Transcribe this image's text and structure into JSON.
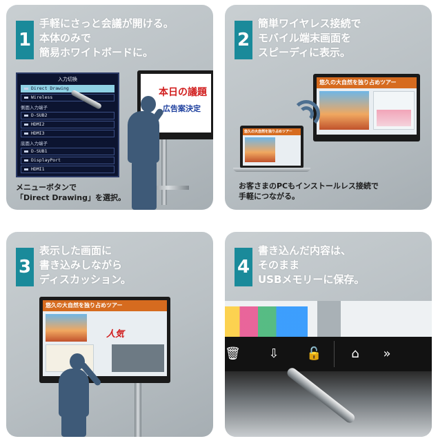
{
  "panels": [
    {
      "number": "1",
      "heading": [
        "手軽にさっと会議が開ける。",
        "本体のみで",
        "簡易ホワイトボードに。"
      ],
      "caption": [
        "メニューボタンで",
        "「Direct Drawing」を選択。"
      ],
      "menu": {
        "title": "入力切換",
        "groups": [
          {
            "header": "",
            "items": [
              "Direct Drawing",
              "Wireless"
            ]
          },
          {
            "header": "側面入力端子",
            "items": [
              "D-SUB2",
              "HDMI2",
              "HDMI3"
            ]
          },
          {
            "header": "底面入力端子",
            "items": [
              "D-SUB1",
              "DisplayPort",
              "HDMI1"
            ]
          }
        ],
        "selected": "Direct Drawing"
      },
      "board_text": [
        "本日の議題",
        "広告案決定"
      ]
    },
    {
      "number": "2",
      "heading": [
        "簡単ワイヤレス接続で",
        "モバイル端末画面を",
        "スピーディに表示。"
      ],
      "caption": [
        "お客さまのPCもインストールレス接続で",
        "手軽につながる。"
      ],
      "screen_title": "悠久の大自然を独り占めツアー",
      "laptop_title": "悠久の大自然を独り占めツアー"
    },
    {
      "number": "3",
      "heading": [
        "表示した画面に",
        "書き込みしながら",
        "ディスカッション。"
      ],
      "screen_title": "悠久の大自然を独り占めツアー",
      "handwritten": "人気"
    },
    {
      "number": "4",
      "heading": [
        "書き込んだ内容は、",
        "そのまま",
        "USBメモリーに保存。"
      ],
      "toolbar_icons": [
        "trash-icon",
        "usb-icon",
        "unlock-icon",
        "home-icon",
        "more-icon"
      ]
    }
  ],
  "colors": {
    "accent": "#1a8a9a",
    "panel_bg": "#b9c0c4",
    "heading_text": "#ffffff",
    "menu_bg": "#0c1430",
    "menu_selected": "#8fd1e4",
    "silhouette": "#3e5a78"
  }
}
